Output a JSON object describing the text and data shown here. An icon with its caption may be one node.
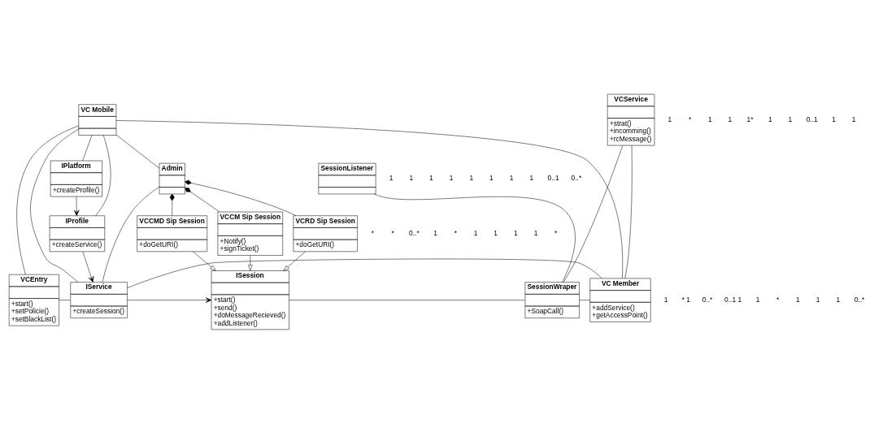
{
  "diagram": {
    "nodes": [
      {
        "text": [
          "VC Mobile"
        ]
      },
      {
        "text": [
          "Admin"
        ]
      },
      {
        "text": [
          "VCService",
          "+strat()",
          "+incomming()",
          "+rcMessage()"
        ]
      },
      {
        "text": [
          "IPlatform",
          "+createProfile()"
        ]
      },
      {
        "text": [
          "VCCMD Sip Session",
          "+doGetURI()"
        ]
      },
      {
        "text": [
          "VCCM Sip Session",
          "+Notify()",
          "+signTicket()"
        ]
      },
      {
        "text": [
          "VCRD Sip Session",
          "+doGetURI()"
        ]
      },
      {
        "text": [
          "SessionListener"
        ]
      },
      {
        "text": [
          "IProfile",
          "+createService()"
        ]
      },
      {
        "text": [
          "ISession",
          "+start()",
          "+send()",
          "+doMessageRecieved()",
          "+addListener()"
        ]
      },
      {
        "text": [
          "VCEntry",
          "+start()",
          "+setPolicie()",
          "+setBlackList()"
        ]
      },
      {
        "text": [
          "IService",
          "+createSession()"
        ]
      },
      {
        "text": [
          "SessionWraper",
          "+SoapCall()"
        ]
      },
      {
        "text": [
          "VC Member",
          "+addService()",
          "+getAccessPoint()"
        ]
      }
    ],
    "edges": [
      {
        "from": 0,
        "to": 10,
        "arrow": "none"
      },
      {
        "from": 0,
        "to": 13,
        "arrow": "none"
      },
      {
        "from": 0,
        "to": 1,
        "arrow": "none"
      },
      {
        "from": 0,
        "to": 3,
        "arrow": "none"
      },
      {
        "from": 0,
        "to": 8,
        "arrow": "none"
      },
      {
        "from": 0,
        "to": 11,
        "arrow": "none"
      },
      {
        "from": 3,
        "to": 8,
        "arrow": "to"
      },
      {
        "from": 1,
        "to": 4,
        "arrow": "other"
      },
      {
        "from": 1,
        "to": 5,
        "arrow": "other"
      },
      {
        "from": 1,
        "to": 6,
        "arrow": "other"
      },
      {
        "from": 4,
        "to": 9,
        "arrow": "to"
      },
      {
        "from": 5,
        "to": 9,
        "arrow": "to"
      },
      {
        "from": 6,
        "to": 9,
        "arrow": "to"
      },
      {
        "from": 8,
        "to": 11,
        "arrow": "to"
      },
      {
        "from": 10,
        "to": 11,
        "arrow": "none"
      },
      {
        "from": 1,
        "to": 11,
        "arrow": "none"
      },
      {
        "from": 11,
        "to": 9,
        "arrow": "to"
      },
      {
        "from": 11,
        "to": 13,
        "arrow": "none"
      },
      {
        "from": 9,
        "to": 12,
        "arrow": "none"
      },
      {
        "from": 7,
        "to": 12,
        "arrow": "none"
      },
      {
        "from": 2,
        "to": 12,
        "arrow": "none"
      },
      {
        "from": 2,
        "to": 13,
        "arrow": "none"
      },
      {
        "from": 12,
        "to": 13,
        "arrow": "none"
      }
    ],
    "labels": [
      "1",
      "*",
      "1",
      "1",
      "1*",
      "1",
      "1",
      "0..1",
      "1",
      "1",
      "1",
      "1",
      "1",
      "1",
      "1",
      "1",
      "1",
      "1",
      "0..1",
      "0..*",
      "*",
      "*",
      "0..*",
      "1",
      "*",
      "1",
      "1",
      "1",
      "1",
      "*",
      "1",
      "* 1",
      "0..*",
      "0..1 1",
      "1",
      "*",
      "1",
      "1",
      "1",
      "0..*"
    ]
  }
}
